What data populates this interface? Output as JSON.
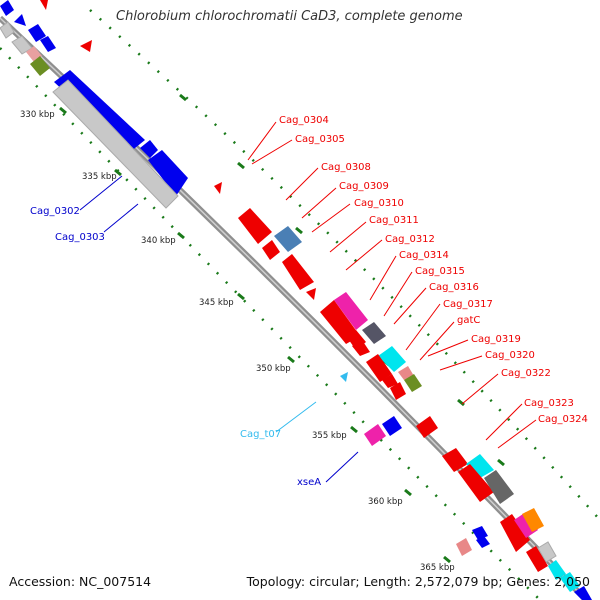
{
  "title": "Chlorobium chlorochromatii CaD3, complete genome",
  "footer": {
    "accession": "Accession: NC_007514",
    "topology": "Topology: circular; Length: 2,572,079 bp; Genes: 2,050"
  },
  "colors": {
    "backbone": "#8f8f8f",
    "forward_gene": "#0000ee",
    "reverse_gene": "#ee0000",
    "tick": "#1a7a1a",
    "label_red": "#ee0000",
    "label_blue": "#0000cc",
    "label_cyan": "#33bbee"
  },
  "scale_labels": [
    "330 kbp",
    "335 kbp",
    "340 kbp",
    "345 kbp",
    "350 kbp",
    "355 kbp",
    "360 kbp",
    "365 kbp"
  ],
  "gene_labels": [
    {
      "text": "Cag_0304",
      "color": "red"
    },
    {
      "text": "Cag_0305",
      "color": "red"
    },
    {
      "text": "Cag_0308",
      "color": "red"
    },
    {
      "text": "Cag_0309",
      "color": "red"
    },
    {
      "text": "Cag_0310",
      "color": "red"
    },
    {
      "text": "Cag_0311",
      "color": "red"
    },
    {
      "text": "Cag_0312",
      "color": "red"
    },
    {
      "text": "Cag_0314",
      "color": "red"
    },
    {
      "text": "Cag_0315",
      "color": "red"
    },
    {
      "text": "Cag_0316",
      "color": "red"
    },
    {
      "text": "Cag_0317",
      "color": "red"
    },
    {
      "text": "gatC",
      "color": "red"
    },
    {
      "text": "Cag_0319",
      "color": "red"
    },
    {
      "text": "Cag_0320",
      "color": "red"
    },
    {
      "text": "Cag_0322",
      "color": "red"
    },
    {
      "text": "Cag_0323",
      "color": "red"
    },
    {
      "text": "Cag_0324",
      "color": "red"
    },
    {
      "text": "Cag_0302",
      "color": "blue"
    },
    {
      "text": "Cag_0303",
      "color": "blue"
    },
    {
      "text": "Cag_t07",
      "color": "cyan"
    },
    {
      "text": "xseA",
      "color": "blue"
    }
  ]
}
